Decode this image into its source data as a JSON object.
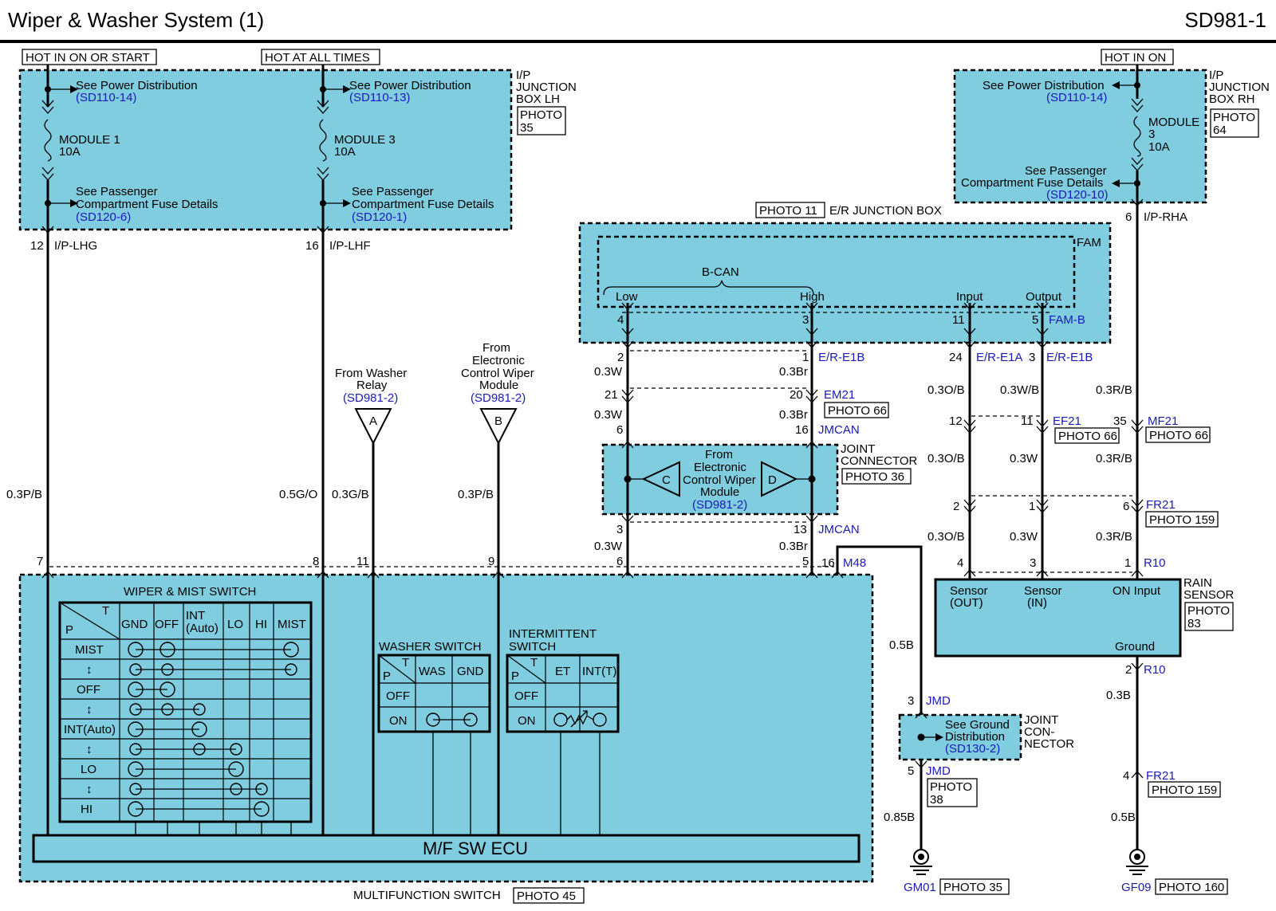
{
  "header": {
    "title": "Wiper & Washer System (1)",
    "code": "SD981-1"
  },
  "power": {
    "hot_in_on_or_start": "HOT IN ON OR START",
    "hot_at_all_times": "HOT AT ALL TIMES",
    "hot_in_on": "HOT IN ON"
  },
  "ipjb_lh": {
    "name_1": "I/P",
    "name_2": "JUNCTION",
    "name_3": "BOX LH",
    "photo_1": "PHOTO",
    "photo_2": "35",
    "see_power": "See Power Distribution",
    "ref1": "(SD110-14)",
    "ref2": "(SD110-13)",
    "mod1_a": "MODULE 1",
    "mod1_b": "10A",
    "mod3_a": "MODULE 3",
    "mod3_b": "10A",
    "see_pass_1": "See Passenger",
    "see_pass_2": "Compartment Fuse Details",
    "ref3": "(SD120-6)",
    "ref4": "(SD120-1)",
    "pin1": "12",
    "conn1": "I/P-LHG",
    "pin2": "16",
    "conn2": "I/P-LHF"
  },
  "ipjb_rh": {
    "name_1": "I/P",
    "name_2": "JUNCTION",
    "name_3": "BOX RH",
    "photo_1": "PHOTO",
    "photo_2": "64",
    "see_power": "See Power Distribution",
    "ref1": "(SD110-14)",
    "mod_a": "MODULE",
    "mod_b": "3",
    "mod_c": "10A",
    "see_pass_1": "See Passenger",
    "see_pass_2": "Compartment Fuse Details",
    "ref2": "(SD120-10)",
    "pin": "6",
    "conn": "I/P-RHA"
  },
  "erjb": {
    "photo": "PHOTO 11",
    "name": "E/R JUNCTION BOX",
    "fam": "FAM",
    "bcan": "B-CAN",
    "low": "Low",
    "high": "High",
    "input": "Input",
    "output": "Output",
    "p4": "4",
    "p3": "3",
    "p11": "11",
    "p5": "5",
    "fam_b": "FAM-B"
  },
  "wires": {
    "w_03w": "0.3W",
    "w_03br": "0.3Br",
    "w_03ob": "0.3O/B",
    "w_03wb": "0.3W/B",
    "w_03rb": "0.3R/B",
    "w_03pb": "0.3P/B",
    "w_05go": "0.5G/O",
    "w_03gb": "0.3G/B",
    "w_05b": "0.5B",
    "w_085b": "0.85B",
    "w_03b": "0.3B"
  },
  "conns": {
    "p2": "2",
    "p1": "1",
    "er_e1b": "E/R-E1B",
    "p24": "24",
    "er_e1a": "E/R-E1A",
    "p3": "3",
    "p21": "21",
    "p20": "20",
    "em21": "EM21",
    "photo66": "PHOTO 66",
    "p6": "6",
    "p16": "16",
    "jmcan": "JMCAN",
    "p12": "12",
    "p11": "11",
    "ef21": "EF21",
    "p35": "35",
    "mf21": "MF21",
    "joint_1": "JOINT",
    "joint_2": "CONNECTOR",
    "photo36": "PHOTO 36",
    "from_1": "From",
    "from_2": "Electronic",
    "from_3": "Control Wiper",
    "from_4": "Module",
    "ref_sd9812": "(SD981-2)",
    "c": "C",
    "d": "D",
    "p13": "13",
    "m48": "M48",
    "fr21": "FR21",
    "photo159": "PHOTO 159",
    "r10": "R10",
    "p7": "7",
    "p8": "8",
    "p9": "9",
    "p5": "5",
    "p4": "4"
  },
  "from_washer": {
    "l1": "From Washer",
    "l2": "Relay",
    "ref": "(SD981-2)",
    "a": "A"
  },
  "from_ecwm": {
    "l1": "From",
    "l2": "Electronic",
    "l3": "Control Wiper",
    "l4": "Module",
    "ref": "(SD981-2)",
    "b": "B"
  },
  "rain": {
    "s_out_1": "Sensor",
    "s_out_2": "(OUT)",
    "s_in_1": "Sensor",
    "s_in_2": "(IN)",
    "on_input": "ON Input",
    "ground": "Ground",
    "name_1": "RAIN",
    "name_2": "SENSOR",
    "photo_1": "PHOTO",
    "photo_2": "83"
  },
  "jmd": {
    "pin3": "3",
    "name": "JMD",
    "see_1": "See Ground",
    "see_2": "Distribution",
    "ref": "(SD130-2)",
    "joint_1": "JOINT",
    "joint_2": "CON-",
    "joint_3": "NECTOR",
    "pin5": "5",
    "photo_1": "PHOTO",
    "photo_2": "38"
  },
  "grounds": {
    "gm01": "GM01",
    "photo35": "PHOTO 35",
    "gf09": "GF09",
    "photo160": "PHOTO 160"
  },
  "mfs": {
    "wiper_mist": "WIPER & MIST SWITCH",
    "T": "T",
    "P": "P",
    "cols": [
      "GND",
      "OFF",
      "INT",
      "(Auto)",
      "LO",
      "HI",
      "MIST"
    ],
    "rows": [
      "MIST",
      "↕",
      "OFF",
      "↕",
      "INT(Auto)",
      "↕",
      "LO",
      "↕",
      "HI"
    ],
    "washer": "WASHER SWITCH",
    "was": "WAS",
    "gnd": "GND",
    "off": "OFF",
    "on": "ON",
    "inter_1": "INTERMITTENT",
    "inter_2": "SWITCH",
    "et": "ET",
    "intt": "INT(T)",
    "ecu": "M/F SW ECU",
    "name": "MULTIFUNCTION SWITCH",
    "photo": "PHOTO 45"
  }
}
